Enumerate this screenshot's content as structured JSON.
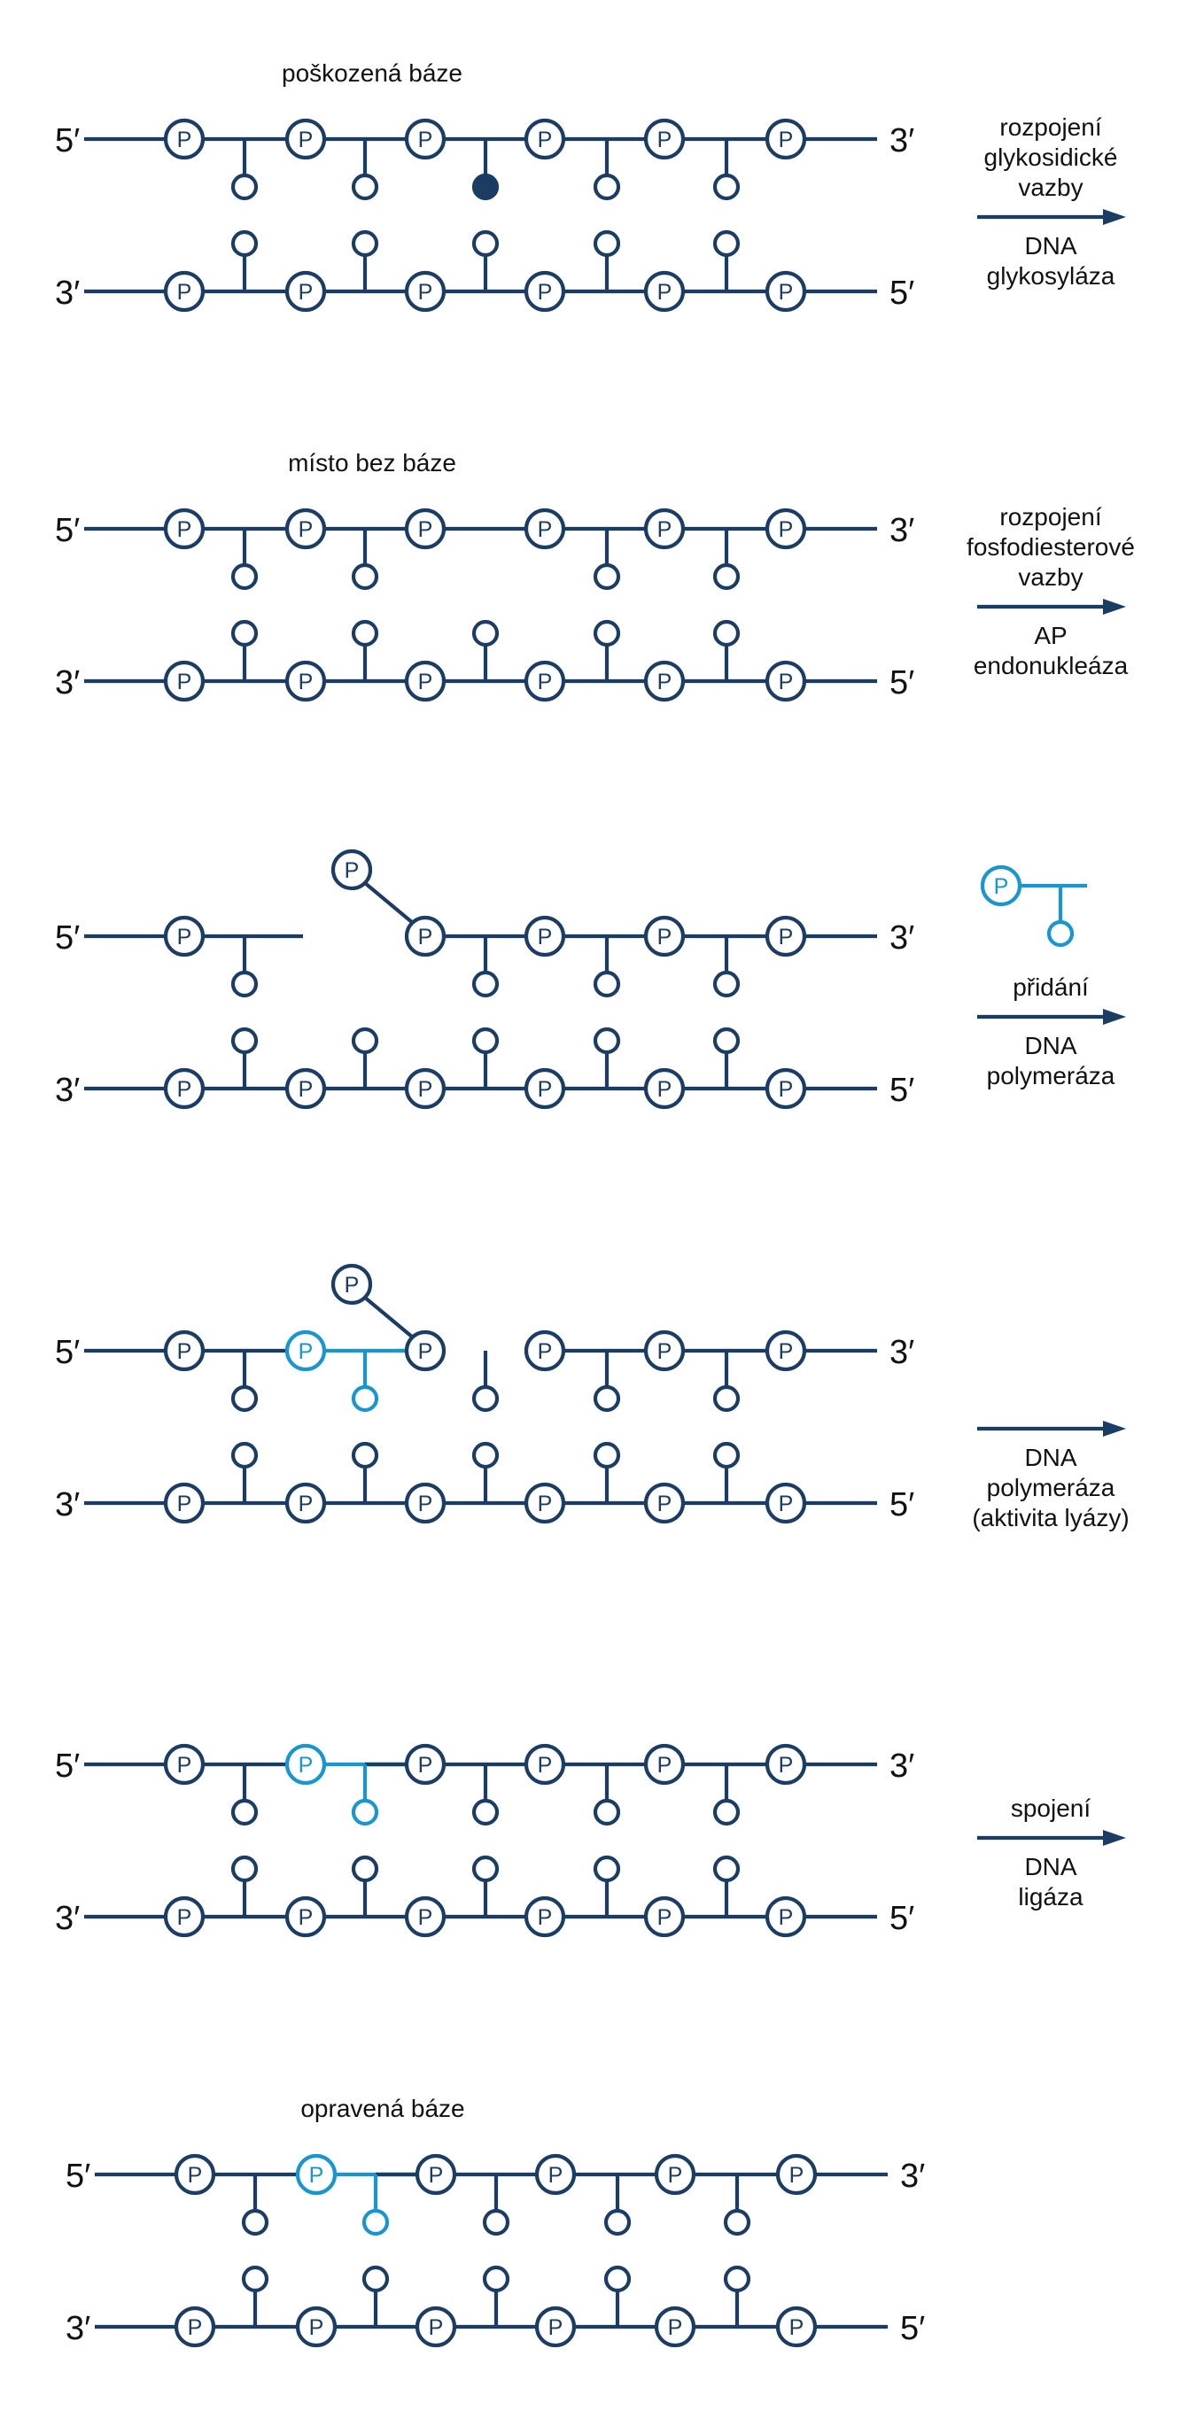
{
  "colors": {
    "strand": "#1c3d63",
    "new_nucleotide": "#1996cf",
    "text": "#111111",
    "background": "#ffffff"
  },
  "phosphate_symbol": "P",
  "stages": [
    {
      "caption": "poškozená báze",
      "top_strand": {
        "left_end": "5′",
        "right_end": "3′"
      },
      "bottom_strand": {
        "left_end": "3′",
        "right_end": "5′"
      },
      "process": {
        "above_arrow": [
          "rozpojení",
          "glykosidické",
          "vazby"
        ],
        "below_arrow": [
          "DNA",
          "glykosyláza"
        ]
      },
      "damaged_base": 2
    },
    {
      "caption": "místo bez báze",
      "top_strand": {
        "left_end": "5′",
        "right_end": "3′"
      },
      "bottom_strand": {
        "left_end": "3′",
        "right_end": "5′"
      },
      "process": {
        "above_arrow": [
          "rozpojení",
          "fosfodiesterové",
          "vazby"
        ],
        "below_arrow": [
          "AP",
          "endonukleáza"
        ]
      },
      "missing_base": 2
    },
    {
      "caption": "",
      "top_strand": {
        "left_end": "5′",
        "right_end": "3′"
      },
      "bottom_strand": {
        "left_end": "3′",
        "right_end": "5′"
      },
      "process": {
        "above_arrow": [
          "přidání"
        ],
        "below_arrow": [
          "DNA",
          "polymeráza"
        ],
        "shows_incoming_nucleotide": true
      }
    },
    {
      "caption": "",
      "top_strand": {
        "left_end": "5′",
        "right_end": "3′"
      },
      "bottom_strand": {
        "left_end": "3′",
        "right_end": "5′"
      },
      "process": {
        "above_arrow": [],
        "below_arrow": [
          "DNA",
          "polymeráza",
          "(aktivita lyázy)"
        ]
      },
      "new_nucleotide": 1
    },
    {
      "caption": "",
      "top_strand": {
        "left_end": "5′",
        "right_end": "3′"
      },
      "bottom_strand": {
        "left_end": "3′",
        "right_end": "5′"
      },
      "process": {
        "above_arrow": [
          "spojení"
        ],
        "below_arrow": [
          "DNA",
          "ligáza"
        ]
      },
      "new_nucleotide": 1
    },
    {
      "caption": "opravená báze",
      "top_strand": {
        "left_end": "5′",
        "right_end": "3′"
      },
      "bottom_strand": {
        "left_end": "3′",
        "right_end": "5′"
      },
      "process": null,
      "new_nucleotide": 1
    }
  ]
}
